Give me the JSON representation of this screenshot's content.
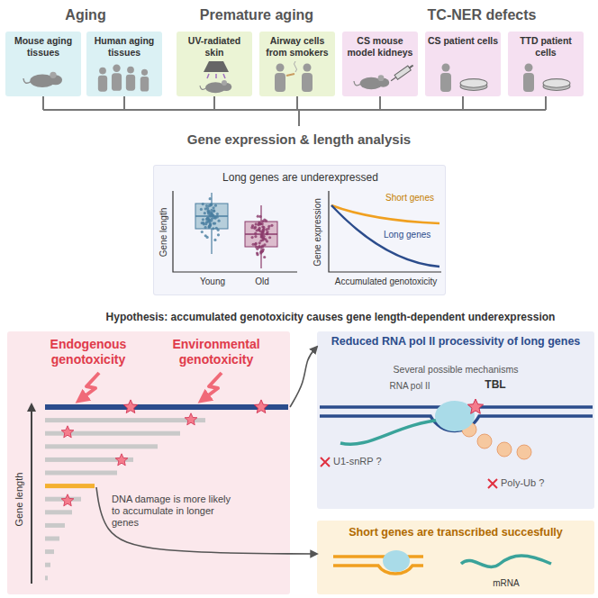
{
  "diagram": {
    "nodes": [
      {
        "text": [
          "Mouse aging tissues"
        ]
      },
      {
        "text": [
          "Human aging tissues"
        ]
      },
      {
        "text": [
          "UV-radiated skin"
        ]
      },
      {
        "text": [
          "Airway cells from smokers"
        ]
      },
      {
        "text": [
          "CS mouse model kidneys"
        ]
      },
      {
        "text": [
          "CS patient cells"
        ]
      },
      {
        "text": [
          "TTD patient cells"
        ]
      },
      {
        "text": [
          "Long genes are underexpressed",
          "Gene length",
          "Young",
          "Old",
          "Short genes",
          "Long genes",
          "Gene expression",
          "Accumulated genotoxicity"
        ]
      },
      {
        "text": [
          "Endogenous genotoxicity",
          "Environmental genotoxicity",
          "Gene length",
          "DNA damage is more likely to accumulate in longer genes"
        ]
      },
      {
        "text": [
          "Reduced RNA pol II processivity of long genes",
          "Several possible mechanisms",
          "RNA pol II",
          "TBL",
          "U1-snRP ?",
          "Poly-Ub ?"
        ]
      },
      {
        "text": [
          "Short genes are transcribed succesfully",
          "mRNA"
        ]
      }
    ],
    "edges": [
      {
        "from": 8,
        "to": 9,
        "arrow": "to"
      },
      {
        "from": 8,
        "to": 10,
        "arrow": "to"
      }
    ],
    "labels": [
      "Aging",
      "Premature aging",
      "TC-NER defects",
      "Gene expression & length analysis",
      "Hypothesis: accumulated genotoxicity causes gene length-dependent underexpression"
    ]
  }
}
